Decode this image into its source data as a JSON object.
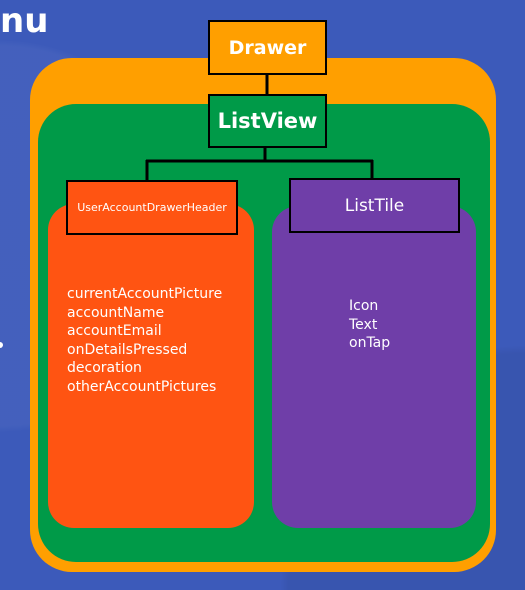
{
  "title_fragment": "nu",
  "nodes": {
    "drawer": "Drawer",
    "listview": "ListView",
    "user_account_drawer_header": "UserAccountDrawerHeader",
    "list_tile": "ListTile"
  },
  "user_account_drawer_header_properties": [
    "currentAccountPicture",
    "accountName",
    "accountEmail",
    "onDetailsPressed",
    "decoration",
    "otherAccountPictures"
  ],
  "list_tile_properties": [
    "Icon",
    "Text",
    "onTap"
  ],
  "colors": {
    "background": "#3c5aba",
    "drawer": "#ff9f00",
    "listview": "#009a48",
    "user_account_drawer_header": "#ff5412",
    "list_tile": "#6f3ea8"
  }
}
